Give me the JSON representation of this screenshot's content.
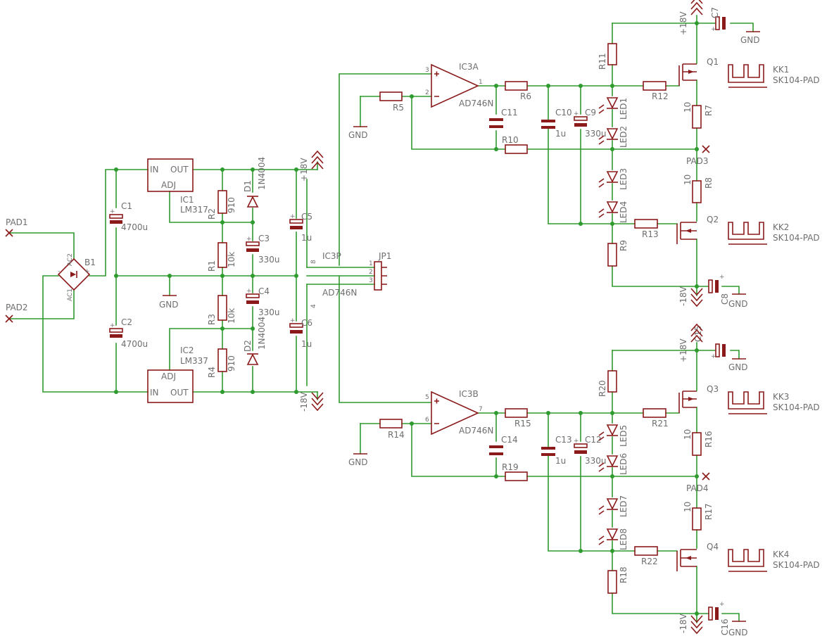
{
  "labels": {
    "PAD1": "PAD1",
    "PAD2": "PAD2",
    "PAD3": "PAD3",
    "PAD4": "PAD4",
    "B1": "B1",
    "AC1": "AC1",
    "AC2": "AC2",
    "plus": "+",
    "minus": "-",
    "C1": "C1",
    "C1v": "4700u",
    "C2": "C2",
    "C2v": "4700u",
    "IC1": "IC1",
    "IC1v": "LM317",
    "IC2": "IC2",
    "IC2v": "LM337",
    "IN": "IN",
    "OUT": "OUT",
    "ADJ": "ADJ",
    "R1": "R1",
    "R1v": "10k",
    "R2": "R2",
    "R2v": "910",
    "R3": "R3",
    "R3v": "10k",
    "R4": "R4",
    "R4v": "910",
    "D1": "D1",
    "D1v": "1N4004",
    "D2": "D2",
    "D2v": "1N4004",
    "C3": "C3",
    "C3v": "330u",
    "C4": "C4",
    "C4v": "330u",
    "C5": "C5",
    "C5v": "1u",
    "C6": "C6",
    "C6v": "1u",
    "GND": "GND",
    "p18": "+18V",
    "m18": "-18V",
    "JP1": "JP1",
    "IC3P": "IC3P",
    "AD746N": "AD746N",
    "pin8": "8",
    "pin4": "4",
    "jp1": "1",
    "jp2": "2",
    "jp3": "3",
    "IC3A": "IC3A",
    "IC3B": "IC3B",
    "pA3": "3",
    "pA2": "2",
    "pA1": "1",
    "pB5": "5",
    "pB6": "6",
    "pB7": "7",
    "R5": "R5",
    "R6": "R6",
    "R7": "R7",
    "R8": "R8",
    "R9": "R9",
    "R10": "R10",
    "R11": "R11",
    "R12": "R12",
    "R13": "R13",
    "R14": "R14",
    "R15": "R15",
    "R16": "R16",
    "R17": "R17",
    "R18": "R18",
    "R19": "R19",
    "R20": "R20",
    "R21": "R21",
    "R22": "R22",
    "ten": "10",
    "C7": "C7",
    "C8": "C8",
    "C9": "C9",
    "C10": "C10",
    "C11": "C11",
    "C12": "C12",
    "C13": "C13",
    "C14": "C14",
    "C15": "C15",
    "C16": "C16",
    "one_u": "1u",
    "c330": "330u",
    "LED1": "LED1",
    "LED2": "LED2",
    "LED3": "LED3",
    "LED4": "LED4",
    "LED5": "LED5",
    "LED6": "LED6",
    "LED7": "LED7",
    "LED8": "LED8",
    "Q1": "Q1",
    "Q2": "Q2",
    "Q3": "Q3",
    "Q4": "Q4",
    "KK1": "KK1",
    "KK2": "KK2",
    "KK3": "KK3",
    "KK4": "KK4",
    "SK104": "SK104-PAD"
  }
}
